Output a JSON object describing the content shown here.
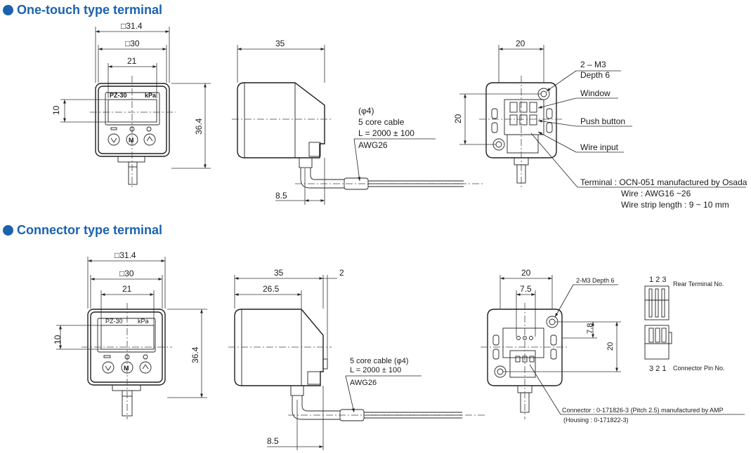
{
  "sections": {
    "one_touch": {
      "title": "One-touch type terminal",
      "front": {
        "dim_outer": "□31.4",
        "dim_body": "□30",
        "dim_window": "21",
        "dim_left": "10",
        "dim_height": "36.4",
        "model": "PZ-30",
        "unit": "kPa"
      },
      "side": {
        "dim_length": "35",
        "dim_bottom": "8.5",
        "cable_dia": "(φ4)",
        "cable_core": "5 core cable",
        "cable_length": "L = 2000 ± 100",
        "cable_awg": "AWG26"
      },
      "rear": {
        "dim_width": "20",
        "dim_height": "20",
        "label_m3": "2 – M3",
        "label_depth": "Depth 6",
        "label_window": "Window",
        "label_push": "Push button",
        "label_wire_input": "Wire input",
        "label_terminal": "Terminal : OCN-051 manufactured by Osada",
        "label_wire": "Wire : AWG16 ~26",
        "label_strip": "Wire strip length : 9 ~ 10 mm"
      }
    },
    "connector": {
      "title": "Connector type terminal",
      "front": {
        "dim_outer": "□31.4",
        "dim_body": "□30",
        "dim_window": "21",
        "dim_left": "10",
        "dim_height": "36.4",
        "model": "PZ-30",
        "unit": "kPa"
      },
      "side": {
        "dim_length": "35",
        "dim_inner": "26.5",
        "dim_step": "2",
        "dim_bottom": "8.5",
        "cable_core": "5 core cable (φ4)",
        "cable_length": "L = 2000 ± 100",
        "cable_awg": "AWG26"
      },
      "rear": {
        "dim_width": "20",
        "dim_pitch": "7.5",
        "dim_right_small": "7.8",
        "dim_height": "20",
        "label_m3": "2-M3 Depth 6",
        "label_connector": "Connector : 0-171826-3 (Pitch 2.5) manufactured by AMP",
        "label_housing": "(Housing : 0-171822-3)"
      },
      "pins": {
        "rear_numbers": "1 2 3",
        "rear_label": "Rear Terminal No.",
        "conn_numbers": "3 2 1",
        "conn_label": "Connector Pin No."
      }
    }
  }
}
